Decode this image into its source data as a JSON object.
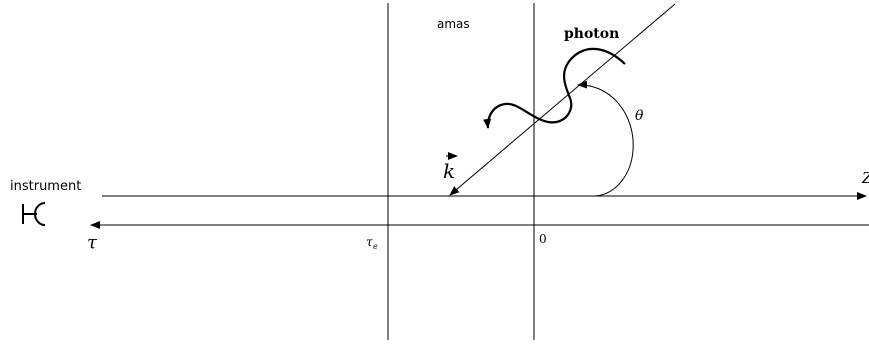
{
  "labels": {
    "instrument": "instrument",
    "cluster": "amas",
    "photon": "photon",
    "k_vector": "k",
    "theta": "θ",
    "z_axis": "Z",
    "tau_axis": "τ",
    "tau_e": "τ",
    "tau_e_sub": "e",
    "zero": "0"
  },
  "colors": {
    "ink": "#000000",
    "background": "#ffffff"
  },
  "icons": {
    "instrument": "detector-icon"
  }
}
